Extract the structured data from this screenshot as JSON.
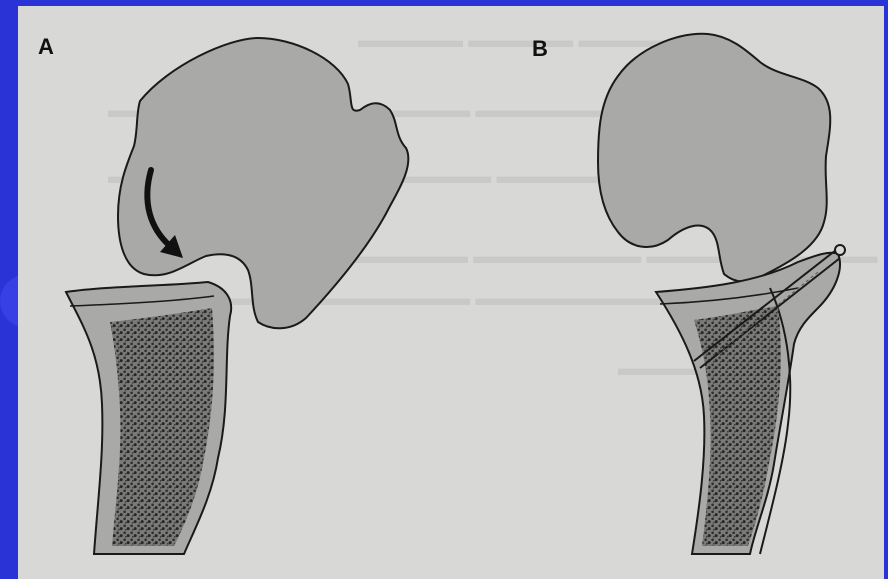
{
  "panels": [
    {
      "id": "A",
      "label": "A"
    },
    {
      "id": "B",
      "label": "B"
    }
  ],
  "colors": {
    "background": "#2a33d6",
    "paper": "#d8d8d6",
    "bone_fill": "#a9a9a7",
    "outline": "#1a1a1a",
    "marrow": "#3d3d3d"
  },
  "icons": {
    "rotation_arrow": "curved-arrow-icon",
    "screw": "fixation-screw-icon"
  }
}
